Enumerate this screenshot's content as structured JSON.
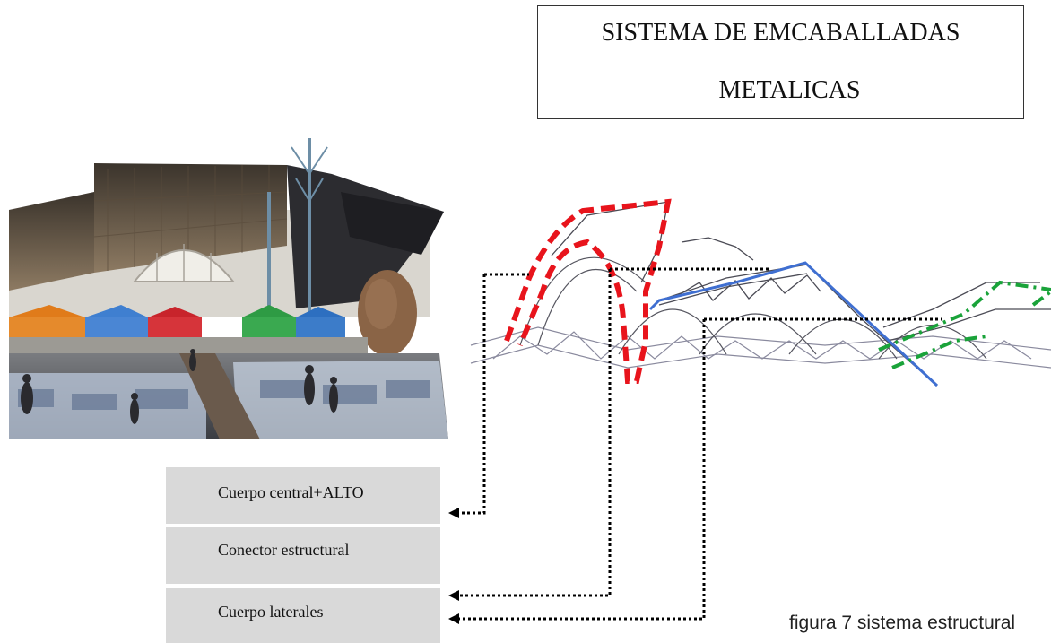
{
  "title": {
    "line1": "SISTEMA DE EMCABALLADAS",
    "line2": "METALICAS"
  },
  "legend": [
    {
      "label": "Cuerpo central+ALTO",
      "color": "#e8141c",
      "line_style": "dashed"
    },
    {
      "label": "Conector estructural",
      "color": "#3f6fd1",
      "line_style": "solid"
    },
    {
      "label": "Cuerpo laterales",
      "color": "#1aa33a",
      "line_style": "dash-dot"
    }
  ],
  "caption": "figura 7 sistema estructural",
  "colors": {
    "legend_fill": "#d9d9d9",
    "arrow": "#000000",
    "truss": "#8a8a9e"
  },
  "images": {
    "photo": "market-interior-photo",
    "structure": "roof-truss-structure-drawing"
  }
}
